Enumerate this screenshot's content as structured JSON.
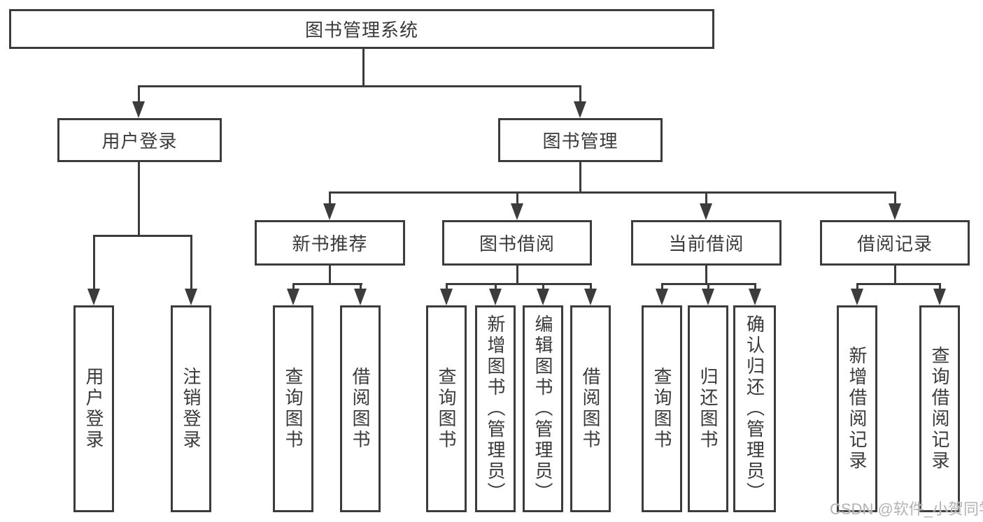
{
  "diagram": {
    "title": "图书管理系统",
    "nodes": {
      "root": "图书管理系统",
      "level2": {
        "user_login": "用户登录",
        "book_mgmt": "图书管理"
      },
      "level3": {
        "new_book": "新书推荐",
        "borrow": "图书借阅",
        "current": "当前借阅",
        "records": "借阅记录"
      },
      "leaves": {
        "user_login": [
          "用户登录",
          "注销登录"
        ],
        "new_book": [
          "查询图书",
          "借阅图书"
        ],
        "borrow": [
          "查询图书",
          "新增图书（管理员）",
          "编辑图书（管理员）",
          "借阅图书"
        ],
        "current": [
          "查询图书",
          "归还图书",
          "确认归还（管理员）"
        ],
        "records": [
          "新增借阅记录",
          "查询借阅记录"
        ]
      }
    },
    "watermark": "CSDN @软件_小贺同学",
    "colors": {
      "line": "#3c3c3c",
      "text": "#3a3a3a",
      "watermark": "#b3b3b3",
      "background": "#ffffff"
    }
  }
}
